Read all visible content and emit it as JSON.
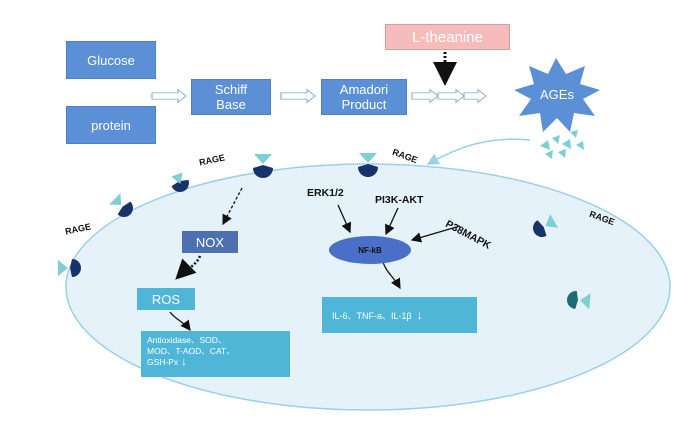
{
  "nodes": {
    "glucose": "Glucose",
    "protein": "protein",
    "schiff_base": "Schiff\nBase",
    "amadori_product": "Amadori\nProduct",
    "l_theanine": "L-theanine",
    "ages": "AGEs",
    "nox": "NOX",
    "ros": "ROS",
    "nfkb": "NF-kB",
    "erk": "ERK1/2",
    "pi3k": "PI3K-AKT",
    "p38": "P38MAPK",
    "antioxidase": "Antioxidase、SOD、\nMOD、T-AOD、CAT、\nGSH-Px",
    "interleukins": "IL-6、TNF-a、IL-1β"
  },
  "receptor_label": "RAGE",
  "receptor_labels": [
    "RAGE",
    "RAGE",
    "RAGE",
    "RAGE"
  ],
  "down_arrow": "↓",
  "colors": {
    "node_blue": "#5b8fd6",
    "light_blue_box": "#4fb6d8",
    "dark_node": "#4c70b0",
    "nfkb": "#4a6fc8",
    "cell_fill": "#e6f2fa",
    "cell_border": "#9cd0e6",
    "theanine_fill": "#f6bcbc",
    "ages_burst": "#5b8fd6",
    "receptor_dark": "#16346a",
    "ligand_teal": "#7ccfd4"
  }
}
